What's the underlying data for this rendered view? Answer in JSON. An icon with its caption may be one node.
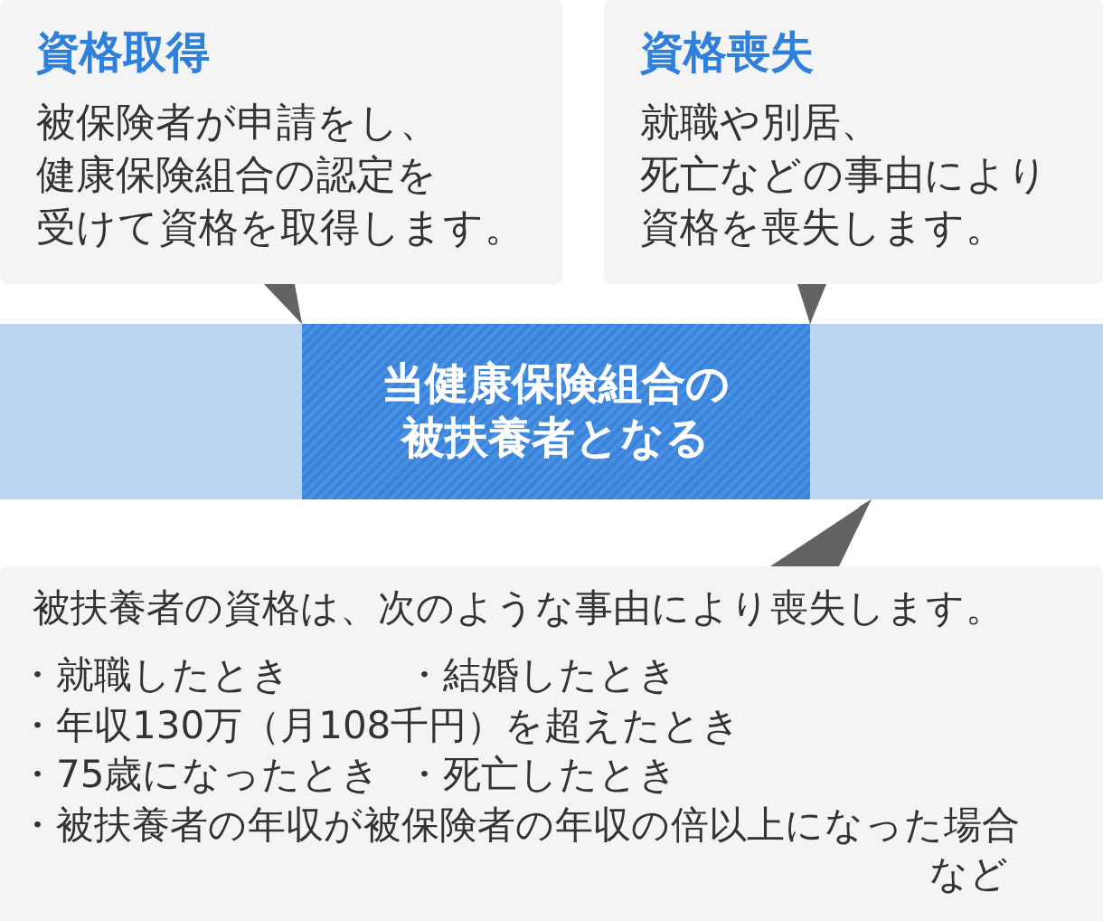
{
  "diagram": {
    "nodes": [
      {
        "text": [
          "資格取得",
          "被保険者が申請をし、健康保険組合の認定を受けて資格を取得します。"
        ]
      },
      {
        "text": [
          "資格喪失",
          "就職や別居、死亡などの事由により資格を喪失します。"
        ]
      },
      {
        "text": [],
        "shape": "bar"
      },
      {
        "text": [
          "当健康保険組合の被扶養者となる"
        ],
        "in": 2
      },
      {
        "text": [
          "被扶養者の資格は、次のような事由により喪失します。",
          "・就職したとき",
          "・結婚したとき",
          "・年収130万（月108千円）を超えたとき",
          "・75歳になったとき",
          "・死亡したとき",
          "・被扶養者の年収が被保険者の年収の倍以上になった場合",
          "など"
        ]
      }
    ],
    "edges": [
      {
        "from": 0,
        "to": 3,
        "arrow": "to"
      },
      {
        "from": 1,
        "to": 3,
        "arrow": "to"
      },
      {
        "from": 4,
        "to": 2,
        "arrow": "to"
      }
    ]
  }
}
